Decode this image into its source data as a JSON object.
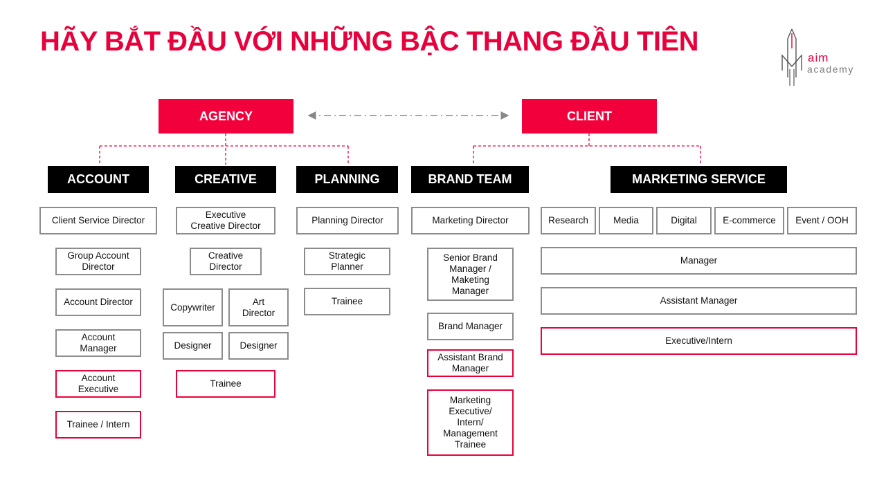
{
  "title": "HÃY BẮT ĐẦU VỚI NHỮNG BẬC THANG ĐẦU TIÊN",
  "logo": {
    "line1": "aim",
    "line2": "academy",
    "brand_color": "#e8003d"
  },
  "colors": {
    "accent": "#e8003d",
    "box_accent": "#f2003c",
    "dept_bg": "#000000",
    "role_border": "#8c8c8c"
  },
  "top": {
    "agency": "AGENCY",
    "client": "CLIENT"
  },
  "departments": {
    "account": "ACCOUNT",
    "creative": "CREATIVE",
    "planning": "PLANNING",
    "brand_team": "BRAND TEAM",
    "marketing_service": "MARKETING SERVICE"
  },
  "account": {
    "roles": [
      "Client Service  Director",
      "Group Account\nDirector",
      "Account  Director",
      "Account\nManager",
      "Account\nExecutive",
      "Trainee / Intern"
    ]
  },
  "creative": {
    "ecd": "Executive\nCreative  Director",
    "cd": "Creative\nDirector",
    "copywriter": "Copywriter",
    "art_director": "Art\nDirector",
    "designer_1": "Designer",
    "designer_2": "Designer",
    "trainee": "Trainee"
  },
  "planning": {
    "roles": [
      "Planning  Director",
      "Strategic\nPlanner",
      "Trainee"
    ]
  },
  "brand_team": {
    "roles": [
      "Marketing Director",
      "Senior Brand\nManager /\nMaketing\nManager",
      "Brand Manager",
      "Assistant Brand\nManager",
      "Marketing\nExecutive/\nIntern/\nManagement\nTrainee"
    ]
  },
  "marketing_service": {
    "areas": [
      "Research",
      "Media",
      "Digital",
      "E-commerce",
      "Event / OOH"
    ],
    "levels": [
      "Manager",
      "Assistant Manager",
      "Executive/Intern"
    ]
  }
}
